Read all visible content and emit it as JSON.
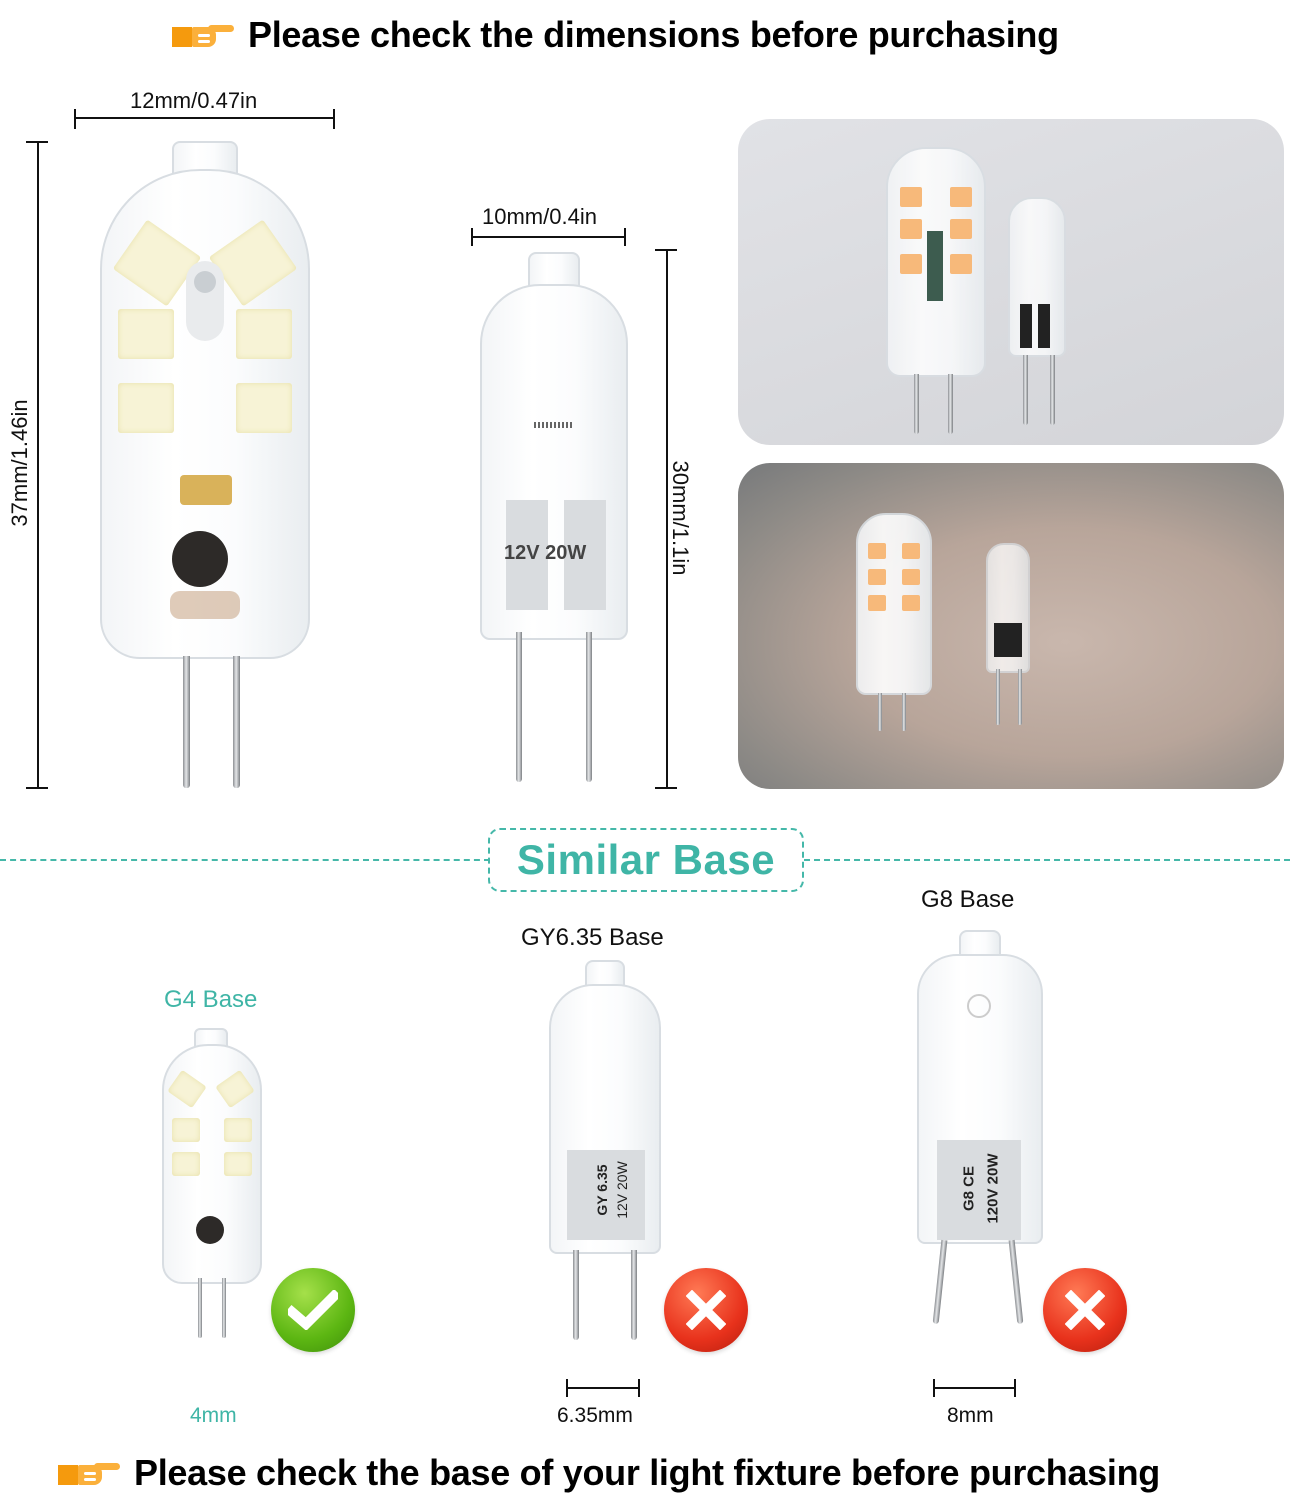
{
  "top_banner": {
    "icon": "pointing-hand-icon",
    "text": "Please check the dimensions before purchasing"
  },
  "dimensions": {
    "led_bulb": {
      "width": "12mm/0.47in",
      "height": "37mm/1.46in"
    },
    "halogen_bulb": {
      "width": "10mm/0.4in",
      "height": "30mm/1.1in",
      "marking": "12V 20W"
    }
  },
  "photos": [
    {
      "name": "size-comparison-photo",
      "description": "LED bulb next to halogen bulb"
    },
    {
      "name": "in-hand-photo",
      "description": "Bulbs held in palm"
    }
  ],
  "section": {
    "title": "Similar Base",
    "accent_color": "#3fb5a6"
  },
  "bases": [
    {
      "title": "G4 Base",
      "gap": "4mm",
      "status": "compatible",
      "status_icon": "check-icon",
      "badge_color": "#5cb612"
    },
    {
      "title": "GY6.35 Base",
      "gap": "6.35mm",
      "status": "incompatible",
      "status_icon": "x-icon",
      "marking_line1": "GY 6.35",
      "marking_line2": "12V 20W",
      "badge_color": "#e8321c"
    },
    {
      "title": "G8 Base",
      "gap": "8mm",
      "status": "incompatible",
      "status_icon": "x-icon",
      "marking_line1": "G8 CE",
      "marking_line2": "120V 20W",
      "badge_color": "#e8321c"
    }
  ],
  "bottom_banner": {
    "icon": "pointing-hand-icon",
    "text": "Please check the base of your light fixture before purchasing"
  }
}
